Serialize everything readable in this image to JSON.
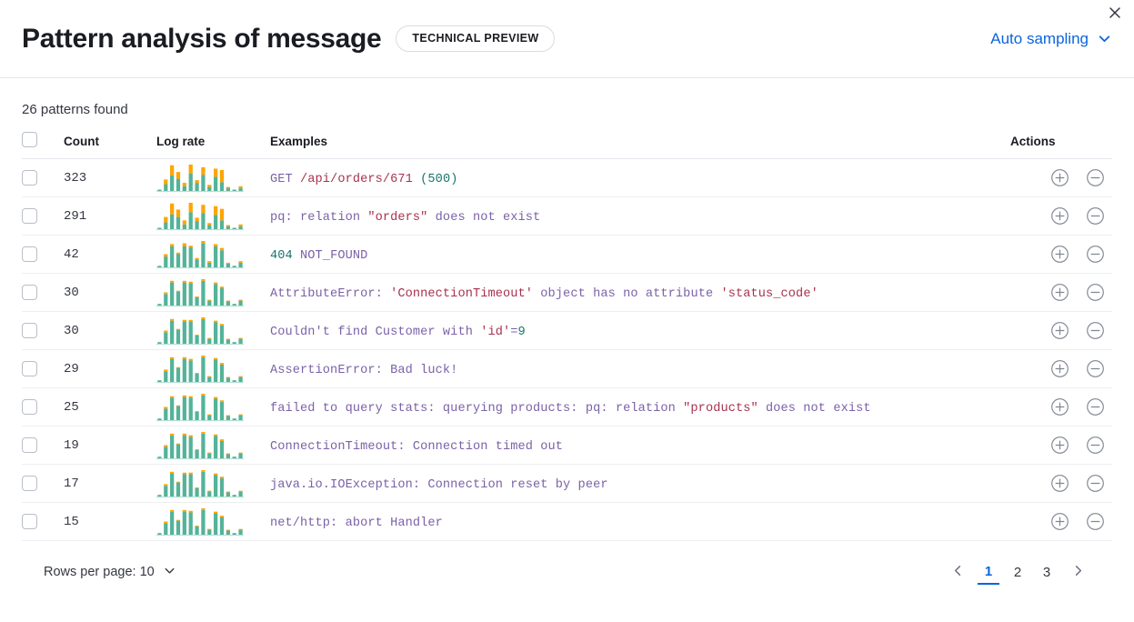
{
  "header": {
    "title": "Pattern analysis of message",
    "badge": "TECHNICAL PREVIEW",
    "sampling_label": "Auto sampling",
    "chevron_icon": "chevron-down-icon",
    "close_icon": "close-icon"
  },
  "summary": {
    "patterns_found": "26 patterns found"
  },
  "table": {
    "columns": {
      "select": "",
      "count": "Count",
      "log_rate": "Log rate",
      "examples": "Examples",
      "actions": "Actions"
    },
    "action_icons": {
      "add": "circle-plus-icon",
      "remove": "circle-minus-icon"
    },
    "rows": [
      {
        "count": "323",
        "example_plain": "GET /api/orders/671 (500)",
        "tokens": [
          {
            "t": "GET ",
            "c": "def"
          },
          {
            "t": "/api/orders/671",
            "c": "str"
          },
          {
            "t": " ",
            "c": "def"
          },
          {
            "t": "(500)",
            "c": "num"
          }
        ],
        "sparkline": {
          "teal": [
            2,
            10,
            23,
            18,
            7,
            26,
            12,
            24,
            6,
            21,
            13,
            4,
            2,
            4
          ],
          "orange": [
            0,
            7,
            15,
            10,
            5,
            13,
            4,
            11,
            3,
            12,
            18,
            2,
            0,
            3
          ]
        }
      },
      {
        "count": "291",
        "example_plain": "pq: relation \"orders\" does not exist",
        "tokens": [
          {
            "t": "pq: relation ",
            "c": "def"
          },
          {
            "t": "\"orders\"",
            "c": "str"
          },
          {
            "t": " does not exist",
            "c": "def"
          }
        ],
        "sparkline": {
          "teal": [
            2,
            10,
            22,
            18,
            7,
            25,
            12,
            24,
            6,
            21,
            13,
            4,
            2,
            4
          ],
          "orange": [
            0,
            8,
            16,
            11,
            6,
            14,
            5,
            12,
            3,
            13,
            17,
            2,
            0,
            3
          ]
        }
      },
      {
        "count": "42",
        "example_plain": "404 NOT_FOUND",
        "tokens": [
          {
            "t": "404",
            "c": "num"
          },
          {
            "t": " NOT_FOUND",
            "c": "def"
          }
        ],
        "sparkline": {
          "teal": [
            2,
            14,
            27,
            17,
            27,
            26,
            10,
            31,
            6,
            27,
            22,
            5,
            2,
            6
          ],
          "orange": [
            0,
            3,
            3,
            2,
            4,
            2,
            2,
            3,
            2,
            3,
            3,
            1,
            0,
            2
          ]
        }
      },
      {
        "count": "30",
        "example_plain": "AttributeError: 'ConnectionTimeout' object has no attribute 'status_code'",
        "tokens": [
          {
            "t": "AttributeError: ",
            "c": "def"
          },
          {
            "t": "'ConnectionTimeout'",
            "c": "str"
          },
          {
            "t": " object has no attribute ",
            "c": "def"
          },
          {
            "t": "'status_code'",
            "c": "str"
          }
        ],
        "sparkline": {
          "teal": [
            2,
            14,
            28,
            17,
            28,
            27,
            10,
            30,
            6,
            26,
            21,
            5,
            2,
            6
          ],
          "orange": [
            0,
            2,
            2,
            1,
            2,
            2,
            1,
            2,
            1,
            2,
            2,
            1,
            0,
            1
          ]
        }
      },
      {
        "count": "30",
        "example_plain": "Couldn't find Customer with 'id'=9",
        "tokens": [
          {
            "t": "Couldn't find Customer with ",
            "c": "def"
          },
          {
            "t": "'id'",
            "c": "str"
          },
          {
            "t": "=",
            "c": "def"
          },
          {
            "t": "9",
            "c": "num"
          }
        ],
        "sparkline": {
          "teal": [
            2,
            14,
            28,
            17,
            27,
            27,
            10,
            30,
            6,
            26,
            22,
            5,
            2,
            6
          ],
          "orange": [
            0,
            2,
            2,
            1,
            2,
            2,
            1,
            2,
            1,
            2,
            2,
            1,
            0,
            1
          ]
        }
      },
      {
        "count": "29",
        "example_plain": "AssertionError: Bad luck!",
        "tokens": [
          {
            "t": "AssertionError: Bad luck!",
            "c": "def"
          }
        ],
        "sparkline": {
          "teal": [
            2,
            13,
            28,
            17,
            28,
            26,
            10,
            30,
            6,
            27,
            21,
            5,
            2,
            6
          ],
          "orange": [
            0,
            2,
            2,
            1,
            2,
            2,
            1,
            2,
            1,
            2,
            2,
            1,
            0,
            1
          ]
        }
      },
      {
        "count": "25",
        "example_plain": "failed to query stats: querying products: pq: relation \"products\" does not exist",
        "tokens": [
          {
            "t": "failed to query stats: querying products: pq: relation ",
            "c": "def"
          },
          {
            "t": "\"products\"",
            "c": "str"
          },
          {
            "t": " does not exist",
            "c": "def"
          }
        ],
        "sparkline": {
          "teal": [
            2,
            14,
            27,
            17,
            28,
            27,
            10,
            30,
            6,
            26,
            22,
            5,
            2,
            6
          ],
          "orange": [
            0,
            2,
            2,
            1,
            2,
            2,
            1,
            2,
            1,
            2,
            2,
            1,
            0,
            1
          ]
        }
      },
      {
        "count": "19",
        "example_plain": "ConnectionTimeout: Connection timed out",
        "tokens": [
          {
            "t": "ConnectionTimeout: Connection timed out",
            "c": "def"
          }
        ],
        "sparkline": {
          "teal": [
            2,
            14,
            28,
            17,
            28,
            26,
            10,
            30,
            6,
            27,
            21,
            5,
            2,
            6
          ],
          "orange": [
            0,
            2,
            2,
            1,
            2,
            2,
            1,
            2,
            1,
            2,
            2,
            1,
            0,
            1
          ]
        }
      },
      {
        "count": "17",
        "example_plain": "java.io.IOException: Connection reset by peer",
        "tokens": [
          {
            "t": "java.io.IOException: Connection reset by peer",
            "c": "def"
          }
        ],
        "sparkline": {
          "teal": [
            2,
            13,
            28,
            17,
            27,
            27,
            10,
            30,
            6,
            26,
            22,
            5,
            2,
            6
          ],
          "orange": [
            0,
            2,
            2,
            1,
            2,
            2,
            1,
            2,
            1,
            2,
            2,
            1,
            0,
            1
          ]
        }
      },
      {
        "count": "15",
        "example_plain": "net/http: abort Handler",
        "tokens": [
          {
            "t": "net/http: abort Handler",
            "c": "def"
          }
        ],
        "sparkline": {
          "teal": [
            2,
            14,
            28,
            17,
            28,
            27,
            10,
            30,
            6,
            26,
            21,
            5,
            2,
            6
          ],
          "orange": [
            0,
            2,
            2,
            1,
            2,
            2,
            1,
            2,
            1,
            2,
            2,
            1,
            0,
            1
          ]
        }
      }
    ]
  },
  "footer": {
    "rows_per_page_label": "Rows per page: 10",
    "rows_per_page_icon": "chevron-down-icon",
    "prev_icon": "chevron-left-icon",
    "next_icon": "chevron-right-icon",
    "pages": [
      "1",
      "2",
      "3"
    ],
    "active_page": "1"
  },
  "colors": {
    "accent_blue": "#0b64dd",
    "spark_teal": "#54b399",
    "spark_orange": "#ffa500",
    "token_default": "#7b61a8",
    "token_string": "#a8314f",
    "token_number": "#17756b"
  }
}
